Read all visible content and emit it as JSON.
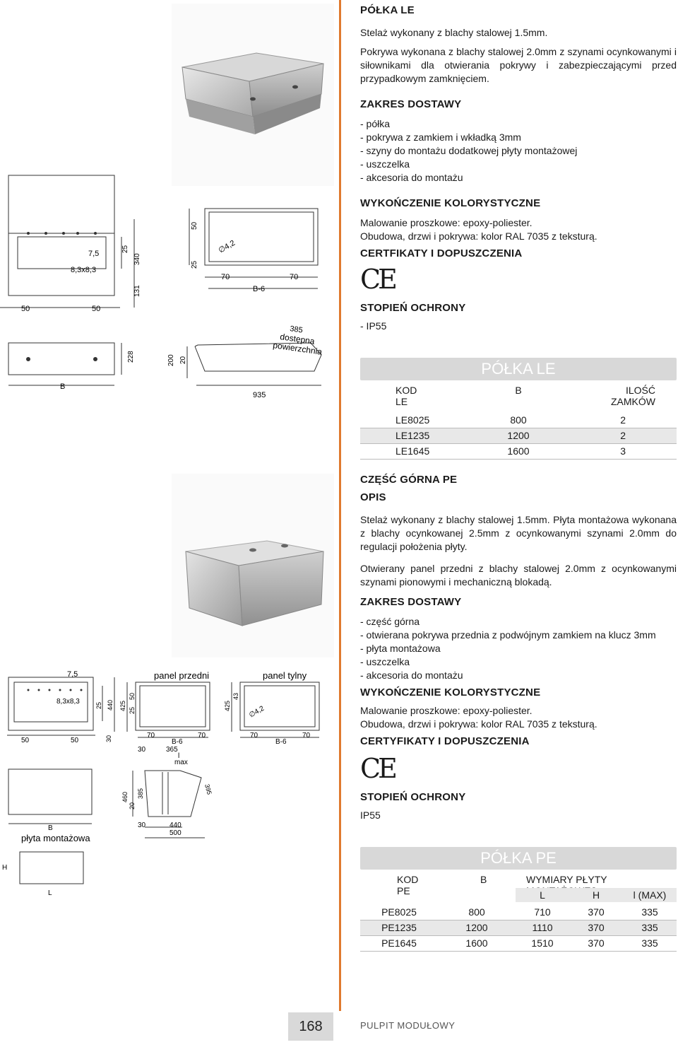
{
  "section1": {
    "title": "PÓŁKA LE",
    "p1": "Stelaż wykonany z blachy stalowej 1.5mm.",
    "p2": "Pokrywa wykonana z blachy stalowej 2.0mm z szynami ocynkowanymi i siłownikami dla otwierania pokrywy i zabezpieczającymi przed przypadkowym zamknięciem.",
    "scope_title": "ZAKRES DOSTAWY",
    "scope_items": [
      "- półka",
      "- pokrywa z zamkiem i wkładką 3mm",
      "- szyny do montażu dodatkowej płyty montażowej",
      "- uszczelka",
      "- akcesoria do montażu"
    ],
    "finish_title": "WYKOŃCZENIE KOLORYSTYCZNE",
    "finish_1": "Malowanie proszkowe: epoxy-poliester.",
    "finish_2": "Obudowa, drzwi i pokrywa: kolor RAL 7035 z teksturą.",
    "cert_title": "CERTFIKATY I DOPUSZCZENIA",
    "ce": "CE",
    "ip_title": "STOPIEŃ OCHRONY",
    "ip_value": "- IP55"
  },
  "table1": {
    "title": "PÓŁKA LE",
    "headers": [
      [
        "KOD",
        "LE"
      ],
      [
        "B",
        ""
      ],
      [
        "ILOŚĆ",
        "ZAMKÓW"
      ]
    ],
    "rows": [
      [
        "LE8025",
        "800",
        "2"
      ],
      [
        "LE1235",
        "1200",
        "2"
      ],
      [
        "LE1645",
        "1600",
        "3"
      ]
    ]
  },
  "section2": {
    "title": "CZĘŚĆ GÓRNA PE",
    "opis": "OPIS",
    "p1": "Stelaż wykonany z blachy stalowej 1.5mm. Płyta montażowa wykonana z blachy ocynkowanej 2.5mm z ocynkowanymi szynami 2.0mm do regulacji położenia płyty.",
    "p2": "Otwierany panel przedni z blachy stalowej 2.0mm z ocynkowanymi szynami pionowymi i mechaniczną blokadą.",
    "scope_title": "ZAKRES DOSTAWY",
    "scope_items": [
      "- część górna",
      "- otwierana pokrywa przednia z podwójnym zamkiem na klucz 3mm",
      "- płyta montażowa",
      "- uszczelka",
      "- akcesoria do montażu"
    ],
    "finish_title": "WYKOŃCZENIE KOLORYSTYCZNE",
    "finish_1": "Malowanie proszkowe: epoxy-poliester.",
    "finish_2": "Obudowa, drzwi i pokrywa: kolor RAL 7035 z teksturą.",
    "cert_title": "CERTYFIKATY I DOPUSZCZENIA",
    "ce": "CE",
    "ip_title": "STOPIEŃ OCHRONY",
    "ip_value": "IP55"
  },
  "table2": {
    "title": "PÓŁKA PE",
    "h_kod": "KOD",
    "h_pe": "PE",
    "h_b": "B",
    "h_dims": "WYMIARY PŁYTY MONTAŻOWEJ",
    "h_l": "L",
    "h_h": "H",
    "h_lmax": "l (MAX)",
    "rows": [
      [
        "PE8025",
        "800",
        "710",
        "370",
        "335"
      ],
      [
        "PE1235",
        "1200",
        "1110",
        "370",
        "335"
      ],
      [
        "PE1645",
        "1600",
        "1510",
        "370",
        "335"
      ]
    ]
  },
  "drawings_top": {
    "d75": "7,5",
    "d83": "8,3x8,3",
    "d25": "25",
    "d340": "340",
    "d131": "131",
    "d50a": "50",
    "d50b": "50",
    "d228": "228",
    "dB": "B",
    "d50v": "50",
    "d25v": "25",
    "d42": "∅4,2",
    "d70a": "70",
    "d70b": "70",
    "dB6": "B-6",
    "d385": "385",
    "dostepna": "dostępna",
    "powierzchnia": "powierzchnia",
    "d200": "200",
    "d20": "20",
    "d935": "935"
  },
  "drawings_bottom": {
    "d75": "7,5",
    "panel_przedni": "panel przedni",
    "panel_tylny": "panel tylny",
    "d83": "8,3x8,3",
    "d25": "25",
    "d440": "440",
    "d425": "425",
    "d425b": "425",
    "d25b": "25",
    "d50": "50",
    "d43": "43",
    "d42": "∅4,2",
    "d50a": "50",
    "d50b": "50",
    "d30": "30",
    "d70a": "70",
    "d70b": "70",
    "d70c": "70",
    "d70d": "70",
    "dB6a": "B-6",
    "dB6b": "B-6",
    "d30b": "30",
    "d365": "365",
    "dlmax1": "l",
    "dlmax2": "max",
    "d460": "460",
    "d20": "20",
    "d385": "385",
    "d395": "395",
    "d30c": "30",
    "d440b": "440",
    "d500": "500",
    "dB": "B",
    "plyta": "płyta montażowa",
    "dH": "H",
    "dL": "L"
  },
  "footer": {
    "page": "168",
    "title": "PULPIT MODUŁOWY"
  }
}
